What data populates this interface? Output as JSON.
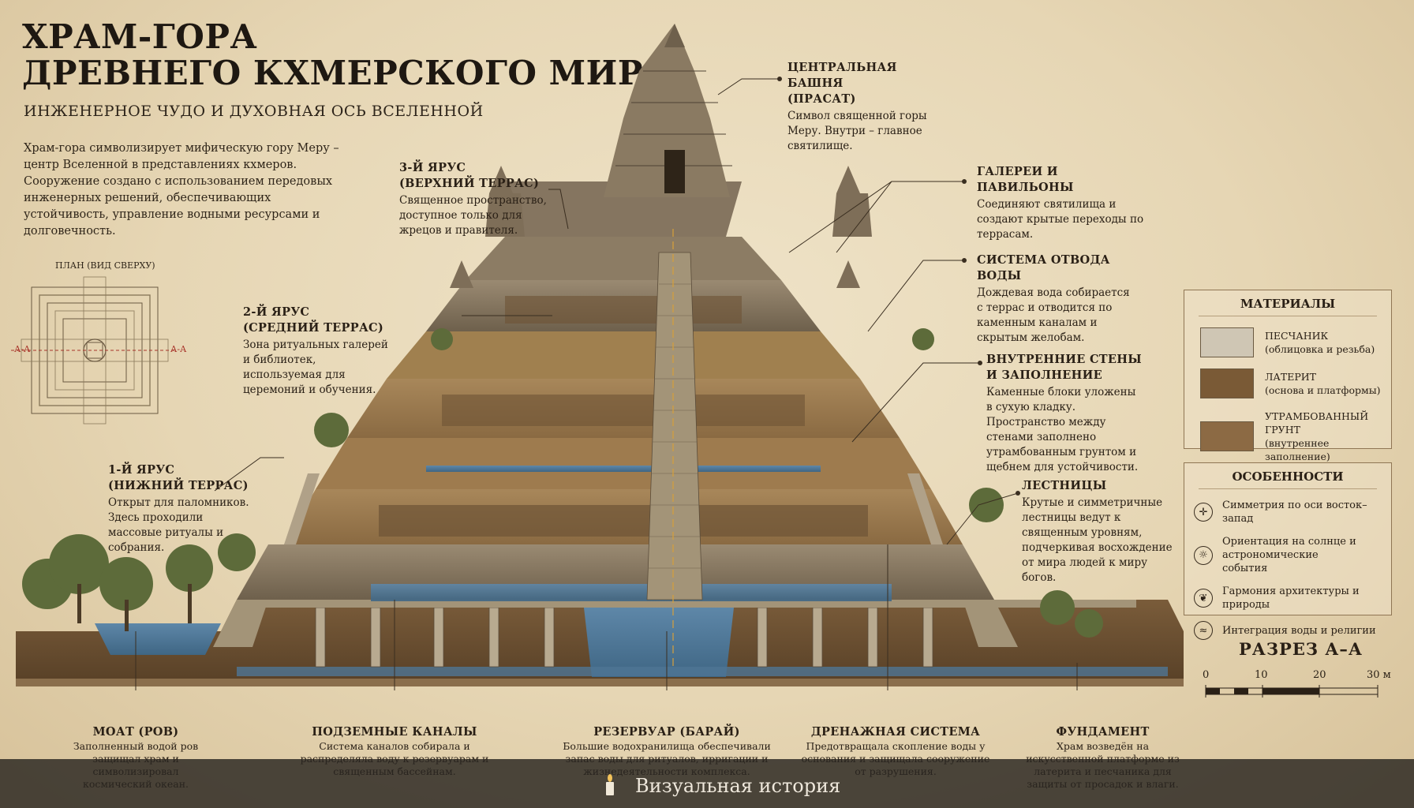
{
  "header": {
    "title_line1": "ХРАМ-ГОРА",
    "title_line2": "ДРЕВНЕГО КХМЕРСКОГО МИРА",
    "subtitle": "ИНЖЕНЕРНОЕ ЧУДО И ДУХОВНАЯ ОСЬ ВСЕЛЕННОЙ",
    "intro": "Храм-гора символизирует мифическую гору Меру – центр Вселенной в представлениях кхмеров. Сооружение создано с использованием передовых инженерных решений, обеспечивающих устойчивость, управление водными ресурсами и долговечность."
  },
  "plan": {
    "title": "ПЛАН (ВИД СВЕРХУ)",
    "section_left": "А-А",
    "section_right": "А-А"
  },
  "left_labels": {
    "tier3": {
      "title1": "3-Й ЯРУС",
      "title2": "(ВЕРХНИЙ ТЕРРАС)",
      "text": "Священное пространство, доступное только для жрецов и правителя."
    },
    "tier2": {
      "title1": "2-Й ЯРУС",
      "title2": "(СРЕДНИЙ ТЕРРАС)",
      "text": "Зона ритуальных галерей и библиотек, используемая для церемоний и обучения."
    },
    "tier1": {
      "title1": "1-Й ЯРУС",
      "title2": "(НИЖНИЙ ТЕРРАС)",
      "text": "Открыт для паломников. Здесь проходили массовые ритуалы и собрания."
    }
  },
  "right_labels": {
    "tower": {
      "title1": "ЦЕНТРАЛЬНАЯ БАШНЯ",
      "title2": "(ПРАСАТ)",
      "text": "Символ священной горы Меру. Внутри – главное святилище."
    },
    "galleries": {
      "title1": "ГАЛЕРЕИ И ПАВИЛЬОНЫ",
      "text": "Соединяют святилища и создают крытые переходы по террасам."
    },
    "drainage": {
      "title1": "СИСТЕМА ОТВОДА ВОДЫ",
      "text": "Дождевая вода собирается с террас и отводится по каменным каналам и скрытым желобам."
    },
    "walls": {
      "title1": "ВНУТРЕННИЕ СТЕНЫ",
      "title2": "И ЗАПОЛНЕНИЕ",
      "text": "Каменные блоки уложены в сухую кладку. Пространство между стенами заполнено утрамбованным грунтом и щебнем для устойчивости."
    },
    "stairs": {
      "title1": "ЛЕСТНИЦЫ",
      "text": "Крутые и симметричные лестницы ведут к священным уровням, подчеркивая восхождение от мира людей к миру богов."
    }
  },
  "materials": {
    "title": "МАТЕРИАЛЫ",
    "items": [
      {
        "name": "ПЕСЧАНИК",
        "note": "(облицовка и резьба)",
        "color": "#cfc6b4"
      },
      {
        "name": "ЛАТЕРИТ",
        "note": "(основа и платформы)",
        "color": "#7a5a36"
      },
      {
        "name": "УТРАМБОВАННЫЙ ГРУНТ",
        "note": "(внутреннее заполнение)",
        "color": "#8c6a44"
      }
    ]
  },
  "features": {
    "title": "ОСОБЕННОСТИ",
    "items": [
      {
        "label": "Симметрия по оси восток–запад",
        "icon": "compass-icon"
      },
      {
        "label": "Ориентация на солнце и астрономические события",
        "icon": "sun-icon"
      },
      {
        "label": "Гармония архитектуры и природы",
        "icon": "leaf-icon"
      },
      {
        "label": "Интеграция воды и религии",
        "icon": "water-icon"
      }
    ]
  },
  "section": {
    "title": "РАЗРЕЗ А–А",
    "scale": [
      "0",
      "10",
      "20",
      "30 м"
    ]
  },
  "bottom_labels": {
    "moat": {
      "title": "МОАТ (РОВ)",
      "text": "Заполненный водой ров защищал храм и символизировал космический океан."
    },
    "canals": {
      "title": "ПОДЗЕМНЫЕ КАНАЛЫ",
      "text": "Система каналов собирала и распределяла воду к резервуарам и священным бассейнам."
    },
    "reservoir": {
      "title": "РЕЗЕРВУАР (БАРАЙ)",
      "text": "Большие водохранилища обеспечивали запас воды для ритуалов, ирригации и жизнедеятельности комплекса."
    },
    "drain": {
      "title": "ДРЕНАЖНАЯ СИСТЕМА",
      "text": "Предотвращала скопление воды у основания и защищала сооружение от разрушения."
    },
    "foundation": {
      "title": "ФУНДАМЕНТ",
      "text": "Храм возведён на искусственной платформе из латерита и песчаника для защиты от просадок и влаги."
    }
  },
  "footer": {
    "text": "Визуальная история"
  }
}
